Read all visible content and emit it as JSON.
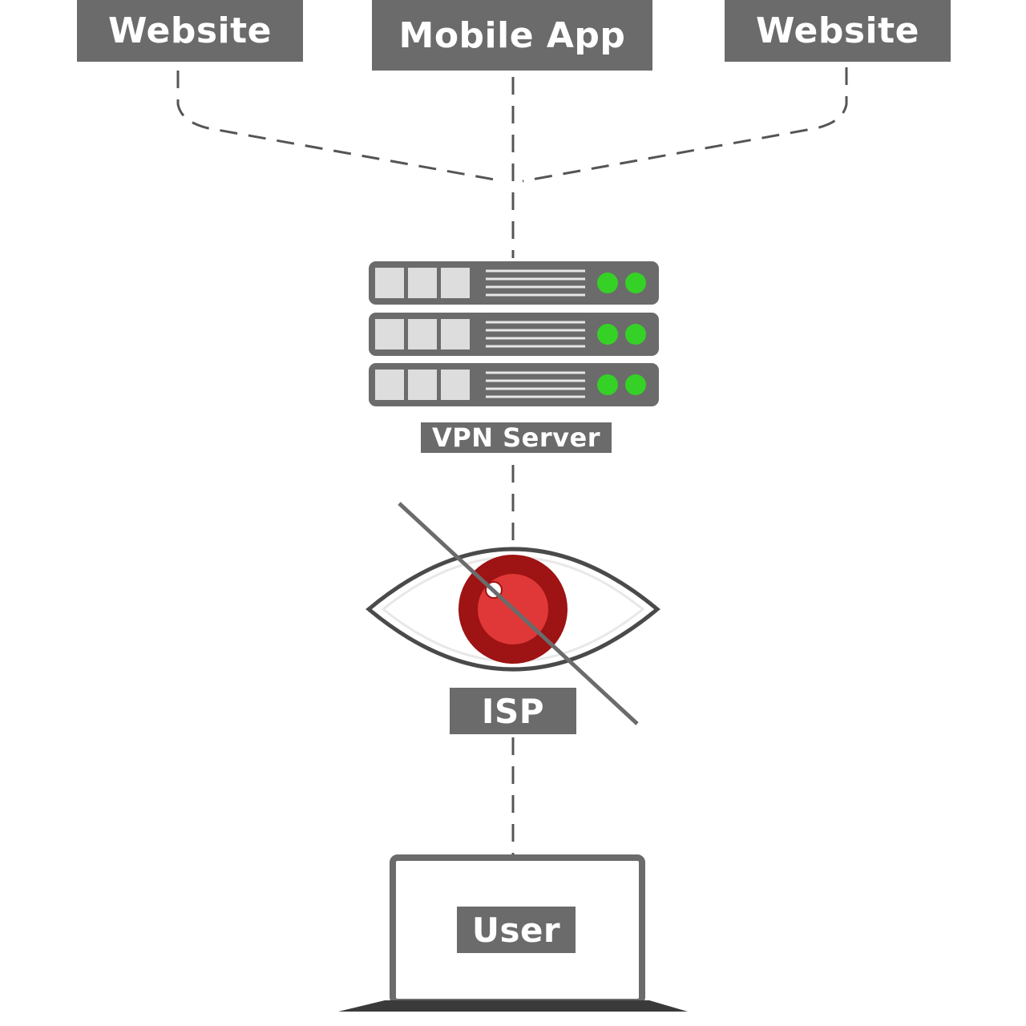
{
  "nodes": {
    "website_left": "Website",
    "mobile_app": "Mobile App",
    "website_right": "Website",
    "vpn_server": "VPN Server",
    "isp": "ISP",
    "user": "User"
  },
  "icons": {
    "server": "server-rack-icon",
    "eye": "crossed-eye-icon",
    "laptop": "laptop-icon"
  },
  "colors": {
    "label_bg": "#6b6b6b",
    "connector": "#555555",
    "server_body": "#6b6b6b",
    "server_bay": "#dddddd",
    "status_led": "#35d126",
    "iris_outer": "#9e1313",
    "iris_inner": "#e03838",
    "laptop_frame": "#6b6b6b",
    "slash": "#6b6b6b"
  }
}
